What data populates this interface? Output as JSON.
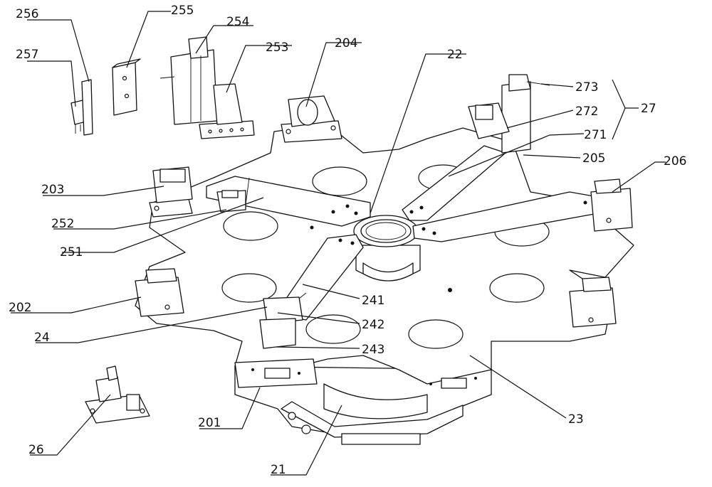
{
  "labels": {
    "l256": "256",
    "l255": "255",
    "l254": "254",
    "l257": "257",
    "l253": "253",
    "l204": "204",
    "l22": "22",
    "l273": "273",
    "l272": "272",
    "l27": "27",
    "l271": "271",
    "l205": "205",
    "l206": "206",
    "l203": "203",
    "l252": "252",
    "l251": "251",
    "l241": "241",
    "l202": "202",
    "l242": "242",
    "l24": "24",
    "l243": "243",
    "l23": "23",
    "l201": "201",
    "l26": "26",
    "l21": "21"
  }
}
